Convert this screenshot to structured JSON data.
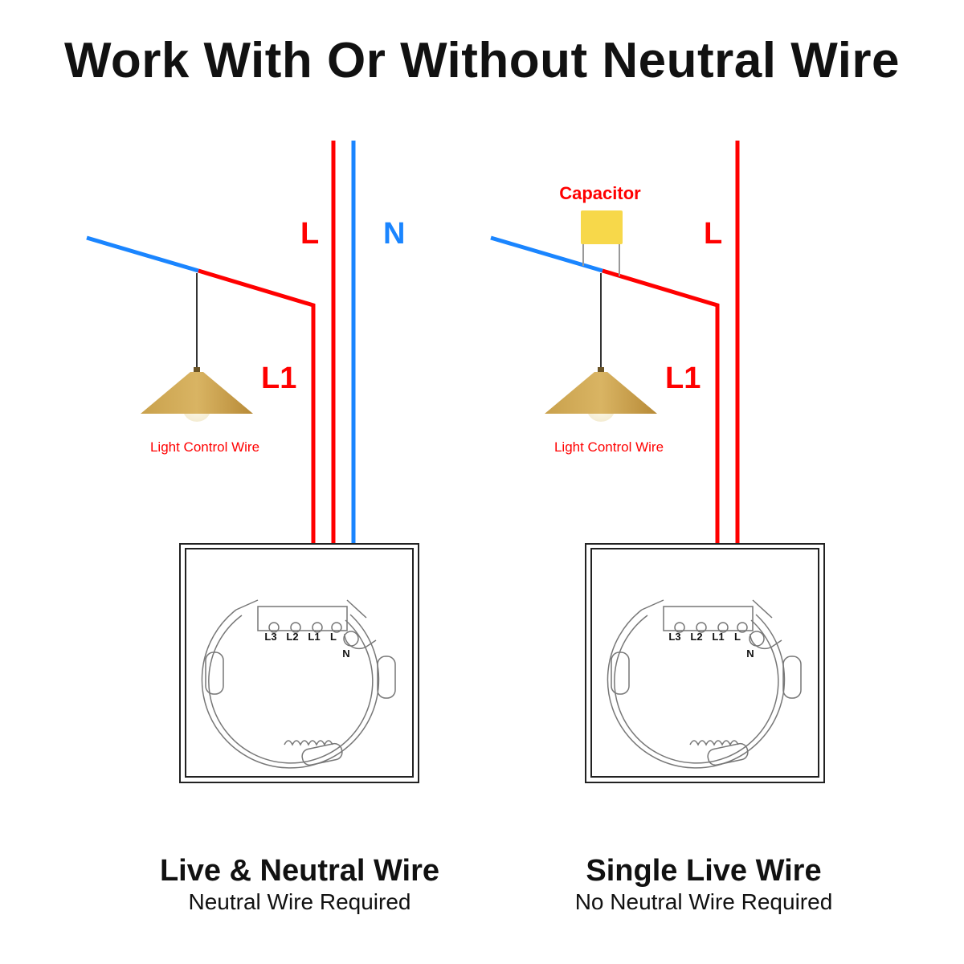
{
  "title": "Work With Or Without Neutral Wire",
  "colors": {
    "live": "#ff0000",
    "neutral": "#1a85ff",
    "label": "#ff0000",
    "text": "#111111"
  },
  "left": {
    "wire_labels": {
      "live": "L",
      "neutral": "N",
      "load": "L1"
    },
    "lamp_label": "Light Control Wire",
    "terminals": [
      "L3",
      "L2",
      "L1",
      "L",
      "N"
    ],
    "heading": "Live & Neutral Wire",
    "subheading": "Neutral Wire Required"
  },
  "right": {
    "component_label": "Capacitor",
    "wire_labels": {
      "live": "L",
      "load": "L1"
    },
    "lamp_label": "Light Control Wire",
    "terminals": [
      "L3",
      "L2",
      "L1",
      "L",
      "N"
    ],
    "heading": "Single Live Wire",
    "subheading": "No Neutral Wire Required"
  }
}
